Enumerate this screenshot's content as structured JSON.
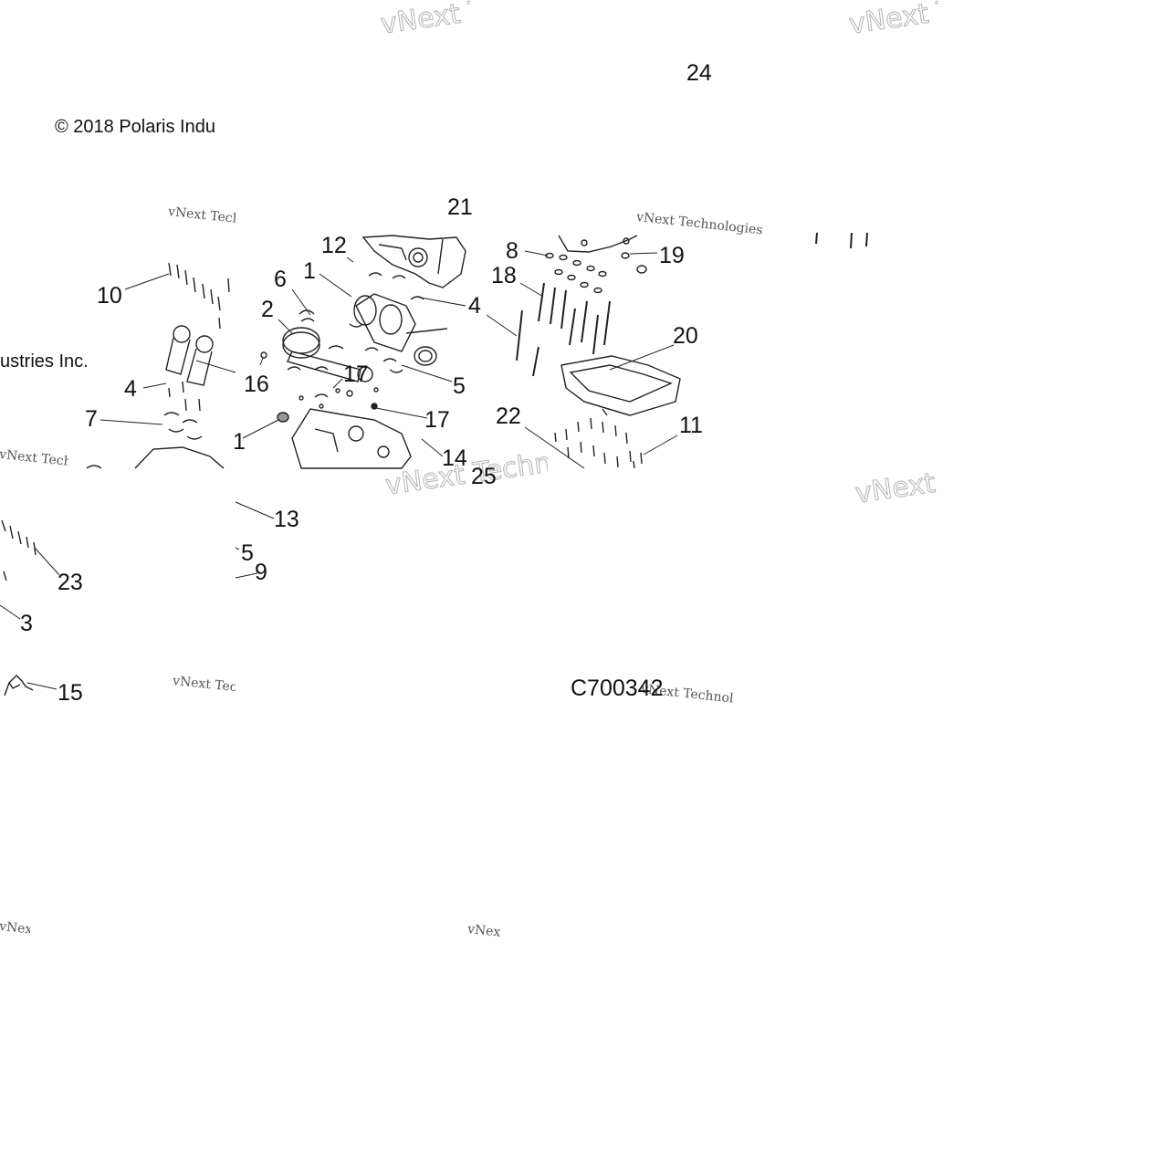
{
  "copyright": "© 2018 Polaris Indu",
  "copyright_cont": "ustries Inc.",
  "drawing_number": "C700342",
  "watermark": "vNext Technologies",
  "callouts": [
    "24",
    "21",
    "12",
    "1",
    "6",
    "2",
    "10",
    "8",
    "18",
    "19",
    "4",
    "20",
    "16",
    "17",
    "5",
    "4",
    "7",
    "1",
    "17",
    "22",
    "11",
    "14",
    "25",
    "13",
    "5",
    "9",
    "23",
    "3",
    "15"
  ]
}
